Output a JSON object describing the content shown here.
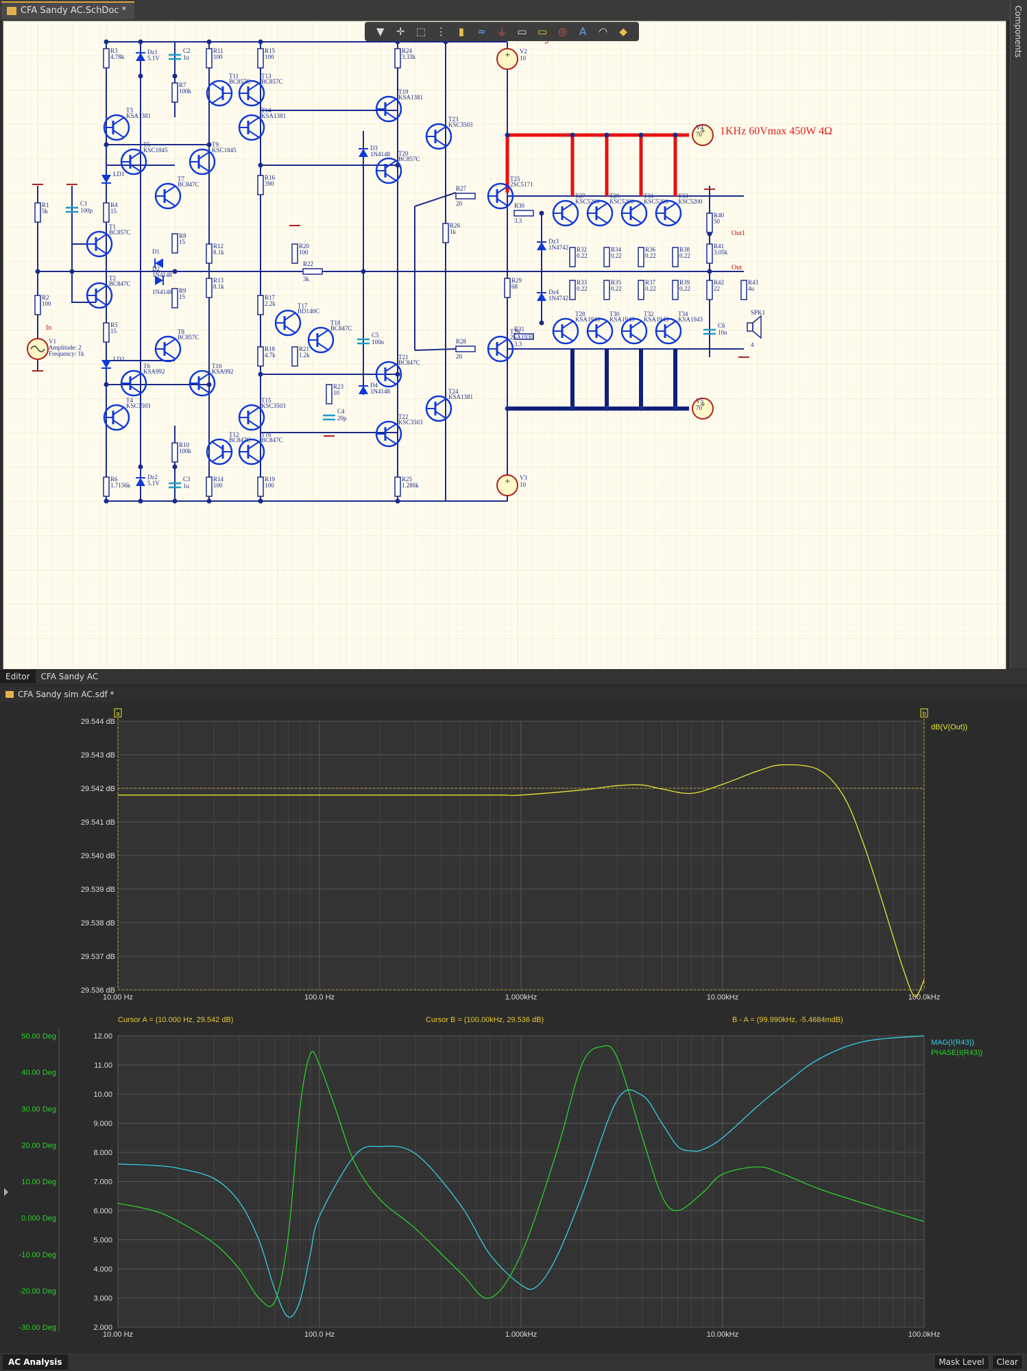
{
  "doc_tab": {
    "title": "CFA Sandy AC.SchDoc *"
  },
  "side_panel": {
    "label": "Components"
  },
  "schematic": {
    "title": "CFA Sandy",
    "power_note": "1KHz 60Vmax 450W 4Ω",
    "components": [
      {
        "ref": "R3",
        "value": "4.78k"
      },
      {
        "ref": "Dz1",
        "value": "5.1V"
      },
      {
        "ref": "C2",
        "value": "1u"
      },
      {
        "ref": "R11",
        "value": "100"
      },
      {
        "ref": "R15",
        "value": "100"
      },
      {
        "ref": "R24",
        "value": "3.33k"
      },
      {
        "ref": "V2",
        "value": "10"
      },
      {
        "ref": "T11",
        "value": "BC857C"
      },
      {
        "ref": "T13",
        "value": "BC857C"
      },
      {
        "ref": "R7",
        "value": "100k"
      },
      {
        "ref": "T3",
        "value": "KSA1381"
      },
      {
        "ref": "T14",
        "value": "KSA1381"
      },
      {
        "ref": "T19",
        "value": "KSA1381"
      },
      {
        "ref": "T23",
        "value": "KSC3503"
      },
      {
        "ref": "T5",
        "value": "KSC1845"
      },
      {
        "ref": "T9",
        "value": "KSC1845"
      },
      {
        "ref": "D3",
        "value": "1N4148"
      },
      {
        "ref": "T20",
        "value": "BC857C"
      },
      {
        "ref": "V4",
        "value": "70"
      },
      {
        "ref": "LD1",
        "value": ""
      },
      {
        "ref": "T7",
        "value": "BC847C"
      },
      {
        "ref": "R16",
        "value": "390"
      },
      {
        "ref": "R27",
        "value": "20"
      },
      {
        "ref": "T25",
        "value": "2SC5171"
      },
      {
        "ref": "T27",
        "value": "KSC5200"
      },
      {
        "ref": "T29",
        "value": "KSC5200"
      },
      {
        "ref": "T31",
        "value": "KSC5200"
      },
      {
        "ref": "T33",
        "value": "KSC5200"
      },
      {
        "ref": "R1",
        "value": "5k"
      },
      {
        "ref": "C1",
        "value": "100p"
      },
      {
        "ref": "R4",
        "value": "15"
      },
      {
        "ref": "R30",
        "value": "3.3"
      },
      {
        "ref": "R26",
        "value": "1k"
      },
      {
        "ref": "R40",
        "value": "50"
      },
      {
        "ref": "T1",
        "value": "BC857C"
      },
      {
        "ref": "R8",
        "value": "15"
      },
      {
        "ref": "R12",
        "value": "8.1k"
      },
      {
        "ref": "R20",
        "value": "100"
      },
      {
        "ref": "Dz3",
        "value": "1N4742"
      },
      {
        "ref": "R32",
        "value": "0.22"
      },
      {
        "ref": "R34",
        "value": "0.22"
      },
      {
        "ref": "R36",
        "value": "0.22"
      },
      {
        "ref": "R38",
        "value": "0.22"
      },
      {
        "ref": "R41",
        "value": "3.05k"
      },
      {
        "ref": "D1",
        "value": "1N4148"
      },
      {
        "ref": "R22",
        "value": "3k"
      },
      {
        "ref": "D2",
        "value": "1N4148"
      },
      {
        "ref": "R13",
        "value": "8.1k"
      },
      {
        "ref": "R29",
        "value": "68"
      },
      {
        "ref": "R33",
        "value": "0.22"
      },
      {
        "ref": "R35",
        "value": "0.22"
      },
      {
        "ref": "R37",
        "value": "0.22"
      },
      {
        "ref": "R39",
        "value": "0.22"
      },
      {
        "ref": "R42",
        "value": "22"
      },
      {
        "ref": "R43",
        "value": "4u"
      },
      {
        "ref": "R2",
        "value": "100"
      },
      {
        "ref": "T2",
        "value": "BC847C"
      },
      {
        "ref": "R9",
        "value": "15"
      },
      {
        "ref": "R17",
        "value": "2.2k"
      },
      {
        "ref": "Dz4",
        "value": "1N4742"
      },
      {
        "ref": "SPK1",
        "value": "4"
      },
      {
        "ref": "R5",
        "value": "15"
      },
      {
        "ref": "T18",
        "value": "BC847C"
      },
      {
        "ref": "C6",
        "value": "10n"
      },
      {
        "ref": "V1",
        "value": "Amplitude: 2"
      },
      {
        "ref": "V1f",
        "value": "Frequency: 1k"
      },
      {
        "ref": "T8",
        "value": "BC857C"
      },
      {
        "ref": "T17",
        "value": "BD140C"
      },
      {
        "ref": "R31",
        "value": "3.3"
      },
      {
        "ref": "C5",
        "value": "100n"
      },
      {
        "ref": "R28",
        "value": "20"
      },
      {
        "ref": "T26",
        "value": "2SA1930"
      },
      {
        "ref": "T28",
        "value": "KSA1943"
      },
      {
        "ref": "T30",
        "value": "KSA1943"
      },
      {
        "ref": "T32",
        "value": "KSA1943"
      },
      {
        "ref": "T34",
        "value": "KSA1943"
      },
      {
        "ref": "R18",
        "value": "4.7k"
      },
      {
        "ref": "R21",
        "value": "1.2k"
      },
      {
        "ref": "LD2",
        "value": ""
      },
      {
        "ref": "T6",
        "value": "KSA992"
      },
      {
        "ref": "T10",
        "value": "KSA992"
      },
      {
        "ref": "T21",
        "value": "BC847C"
      },
      {
        "ref": "D4",
        "value": "1N4148"
      },
      {
        "ref": "R23",
        "value": "10"
      },
      {
        "ref": "T4",
        "value": "KSC3503"
      },
      {
        "ref": "T15",
        "value": "KSC3503"
      },
      {
        "ref": "T24",
        "value": "KSA1381"
      },
      {
        "ref": "V5",
        "value": "70"
      },
      {
        "ref": "C4",
        "value": "20p"
      },
      {
        "ref": "R10",
        "value": "100k"
      },
      {
        "ref": "T22",
        "value": "KSC3503"
      },
      {
        "ref": "T12",
        "value": "BC847C"
      },
      {
        "ref": "T16",
        "value": "BC847C"
      },
      {
        "ref": "Dz2",
        "value": "5.1V"
      },
      {
        "ref": "C3",
        "value": "1u"
      },
      {
        "ref": "R6",
        "value": "1.7156k"
      },
      {
        "ref": "R14",
        "value": "100"
      },
      {
        "ref": "R19",
        "value": "100"
      },
      {
        "ref": "R25",
        "value": "1.288k"
      },
      {
        "ref": "V3",
        "value": "10"
      }
    ],
    "net_labels": [
      "In",
      "Out",
      "Out1"
    ]
  },
  "toolbar": {
    "icons": [
      "filter-icon",
      "crosshair-icon",
      "select-rect-icon",
      "align-icon",
      "component-icon",
      "wire-icon",
      "ground-icon",
      "bus-icon",
      "port-icon",
      "probe-icon",
      "text-icon",
      "arc-icon",
      "marker-icon"
    ]
  },
  "editor_tabs": [
    "Editor",
    "CFA Sandy AC"
  ],
  "sim_doc": {
    "title": "CFA Sandy sim AC.sdf *"
  },
  "top_plot": {
    "legend": "dB(V(Out))",
    "yticks": [
      "29.544 dB",
      "29.543 dB",
      "29.542 dB",
      "29.541 dB",
      "29.540 dB",
      "29.539 dB",
      "29.538 dB",
      "29.537 dB",
      "29.536 dB"
    ],
    "xticks": [
      "10.00 Hz",
      "100.0 Hz",
      "1.000kHz",
      "10.00kHz",
      "100.0kHz"
    ],
    "cursor_a_marker": "a",
    "cursor_b_marker": "b",
    "cursor_a": "Cursor A = (10.000 Hz, 29.542 dB)",
    "cursor_b": "Cursor B = (100.00kHz, 29.536 dB)",
    "cursor_delta": "B - A = (99.990kHz, -5.4684mdB)"
  },
  "bottom_plot": {
    "left_yticks": [
      "50.00 Deg",
      "40.00 Deg",
      "30.00 Deg",
      "20.00 Deg",
      "10.00 Deg",
      "0.000 Deg",
      "-10.00 Deg",
      "-20.00 Deg",
      "-30.00 Deg"
    ],
    "right_yticks": [
      "12.00",
      "11.00",
      "10.00",
      "9.000",
      "8.000",
      "7.000",
      "6.000",
      "5.000",
      "4.000",
      "3.000",
      "2.000"
    ],
    "xticks": [
      "10.00 Hz",
      "100.0 Hz",
      "1.000kHz",
      "10.00kHz",
      "100.0kHz"
    ],
    "legend": [
      "MAG(I(R43))",
      "PHASE(I(R43))"
    ]
  },
  "chart_data": [
    {
      "type": "line",
      "x_scale": "log",
      "xlim": [
        10,
        100000
      ],
      "ylim": [
        29.536,
        29.544
      ],
      "ylabel": "",
      "xlabel": "",
      "grid": true,
      "series": [
        {
          "name": "dB(V(Out))",
          "color": "#e6e633",
          "x": [
            10,
            30,
            100,
            300,
            500,
            800,
            1000,
            2000,
            3000,
            4000,
            5000,
            7000,
            10000,
            15000,
            20000,
            30000,
            40000,
            50000,
            60000,
            70000,
            80000,
            90000,
            100000
          ],
          "y": [
            29.5418,
            29.5418,
            29.5418,
            29.5418,
            29.5418,
            29.5418,
            29.5418,
            29.54195,
            29.54208,
            29.5421,
            29.54198,
            29.54185,
            29.54212,
            29.54252,
            29.5427,
            29.54255,
            29.54175,
            29.54035,
            29.5389,
            29.5376,
            29.5365,
            29.5358,
            29.5363
          ]
        }
      ],
      "cursors": [
        {
          "name": "A",
          "x": 10,
          "y": 29.542
        },
        {
          "name": "B",
          "x": 100000,
          "y": 29.536
        }
      ]
    },
    {
      "type": "line",
      "x_scale": "log",
      "xlim": [
        10,
        100000
      ],
      "ylim_left": [
        -30,
        50
      ],
      "ylim_right": [
        2,
        12
      ],
      "grid": true,
      "series": [
        {
          "name": "MAG(I(R43))",
          "axis": "right",
          "color": "#35d0e0",
          "x": [
            10,
            15,
            20,
            30,
            40,
            50,
            60,
            70,
            80,
            90,
            100,
            150,
            200,
            300,
            500,
            700,
            1000,
            1200,
            1500,
            2000,
            3000,
            4000,
            5000,
            6000,
            7000,
            8000,
            10000,
            15000,
            20000,
            30000,
            50000,
            100000
          ],
          "y": [
            7.6,
            7.55,
            7.45,
            7.1,
            6.3,
            5.0,
            3.3,
            2.35,
            2.9,
            4.5,
            5.8,
            7.9,
            8.2,
            7.95,
            6.2,
            4.5,
            3.45,
            3.4,
            4.4,
            6.5,
            9.8,
            9.95,
            9.0,
            8.2,
            8.05,
            8.1,
            8.5,
            9.6,
            10.3,
            11.2,
            11.8,
            12.0
          ]
        },
        {
          "name": "PHASE(I(R43))",
          "axis": "left",
          "color": "#2bd02b",
          "x": [
            10,
            15,
            20,
            30,
            40,
            50,
            60,
            70,
            80,
            90,
            100,
            120,
            150,
            200,
            300,
            500,
            700,
            1000,
            1500,
            2000,
            2500,
            3000,
            4000,
            5000,
            6000,
            8000,
            10000,
            15000,
            20000,
            30000,
            50000,
            100000
          ],
          "y": [
            4,
            2,
            -1,
            -7,
            -14,
            -22,
            -23,
            -5,
            30,
            45,
            42,
            30,
            15,
            5,
            -3,
            -15,
            -22,
            -10,
            18,
            42,
            47,
            44,
            22,
            6,
            2,
            7,
            12,
            14,
            12,
            8,
            4,
            -1
          ]
        }
      ]
    }
  ],
  "bottom_bar": {
    "tab": "AC Analysis",
    "buttons": [
      "Mask Level",
      "Clear"
    ]
  }
}
